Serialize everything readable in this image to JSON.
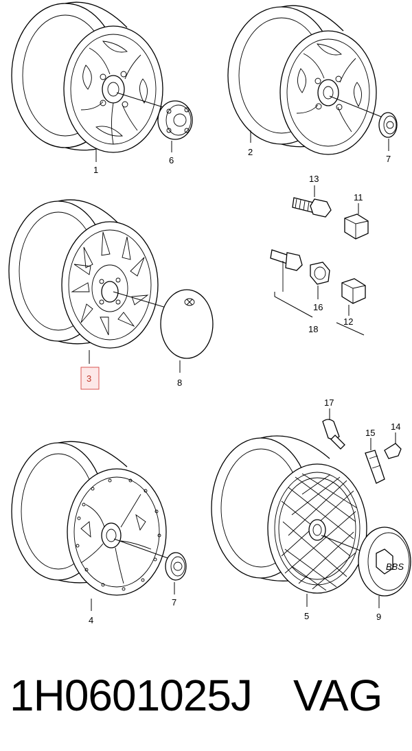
{
  "diagram": {
    "callouts": {
      "c1": "1",
      "c2": "2",
      "c3": "3",
      "c4": "4",
      "c5": "5",
      "c6": "6",
      "c7a": "7",
      "c7b": "7",
      "c8": "8",
      "c9": "9",
      "c11": "11",
      "c12": "12",
      "c13": "13",
      "c14": "14",
      "c15": "15",
      "c16": "16",
      "c17": "17",
      "c18": "18"
    },
    "highlighted_callout": "3",
    "colors": {
      "highlight_border": "#d9534f",
      "highlight_fill": "#fde8e8",
      "highlight_text": "#c0392b"
    },
    "hubcap_label": "BBS"
  },
  "footer": {
    "part_number": "1H0601025J",
    "brand": "VAG"
  }
}
